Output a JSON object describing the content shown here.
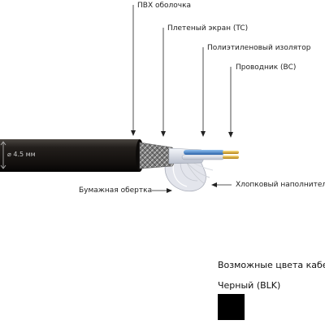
{
  "labels": {
    "pvc_jacket": "ПВХ оболочка",
    "braided_shield": "Плетеный экран (TC)",
    "pe_insulator": "Полиэтиленовый изолятор",
    "conductor": "Проводник (BC)",
    "paper_wrap": "Бумажная обертка",
    "cotton_filler": "Хлопковый наполнитель",
    "diameter": "⌀ 4.5 мм"
  },
  "colors_section": {
    "title": "Возможные цвета кабеля",
    "items": [
      {
        "label": "Черный (BLK)",
        "color": "#000000"
      }
    ]
  },
  "colors": {
    "jacket": "#1a1714",
    "braid": "#8a8a8a",
    "insulator": "#dfe3ec",
    "wire_blue": "#3b78c4",
    "conductor": "#d9a520",
    "paper": "#e9eaf0"
  }
}
